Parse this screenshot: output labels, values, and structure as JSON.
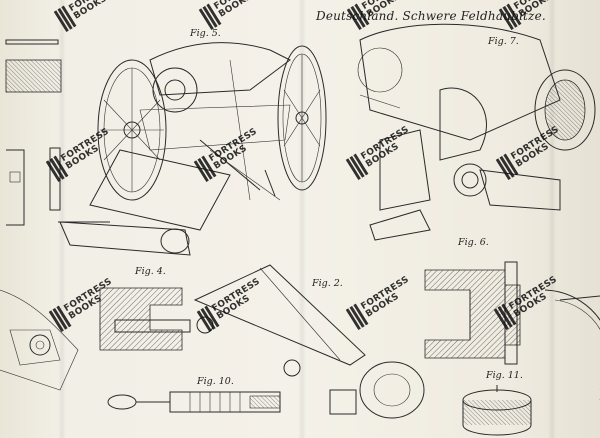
{
  "page": {
    "header_title": "Deutschland. Schwere Feldhaubitze."
  },
  "figures": [
    {
      "id": "fig5",
      "label": "Fig. 5."
    },
    {
      "id": "fig7",
      "label": "Fig. 7."
    },
    {
      "id": "fig4",
      "label": "Fig. 4."
    },
    {
      "id": "fig6",
      "label": "Fig. 6."
    },
    {
      "id": "fig2",
      "label": "Fig. 2."
    },
    {
      "id": "fig10",
      "label": "Fig. 10."
    },
    {
      "id": "fig11",
      "label": "Fig. 11."
    }
  ],
  "watermark": {
    "line1": "FORTRESS",
    "line2": "BOOKS",
    "color": "#111111"
  },
  "colors": {
    "paper": "#f2efe6",
    "ink": "#2a2a2a"
  }
}
